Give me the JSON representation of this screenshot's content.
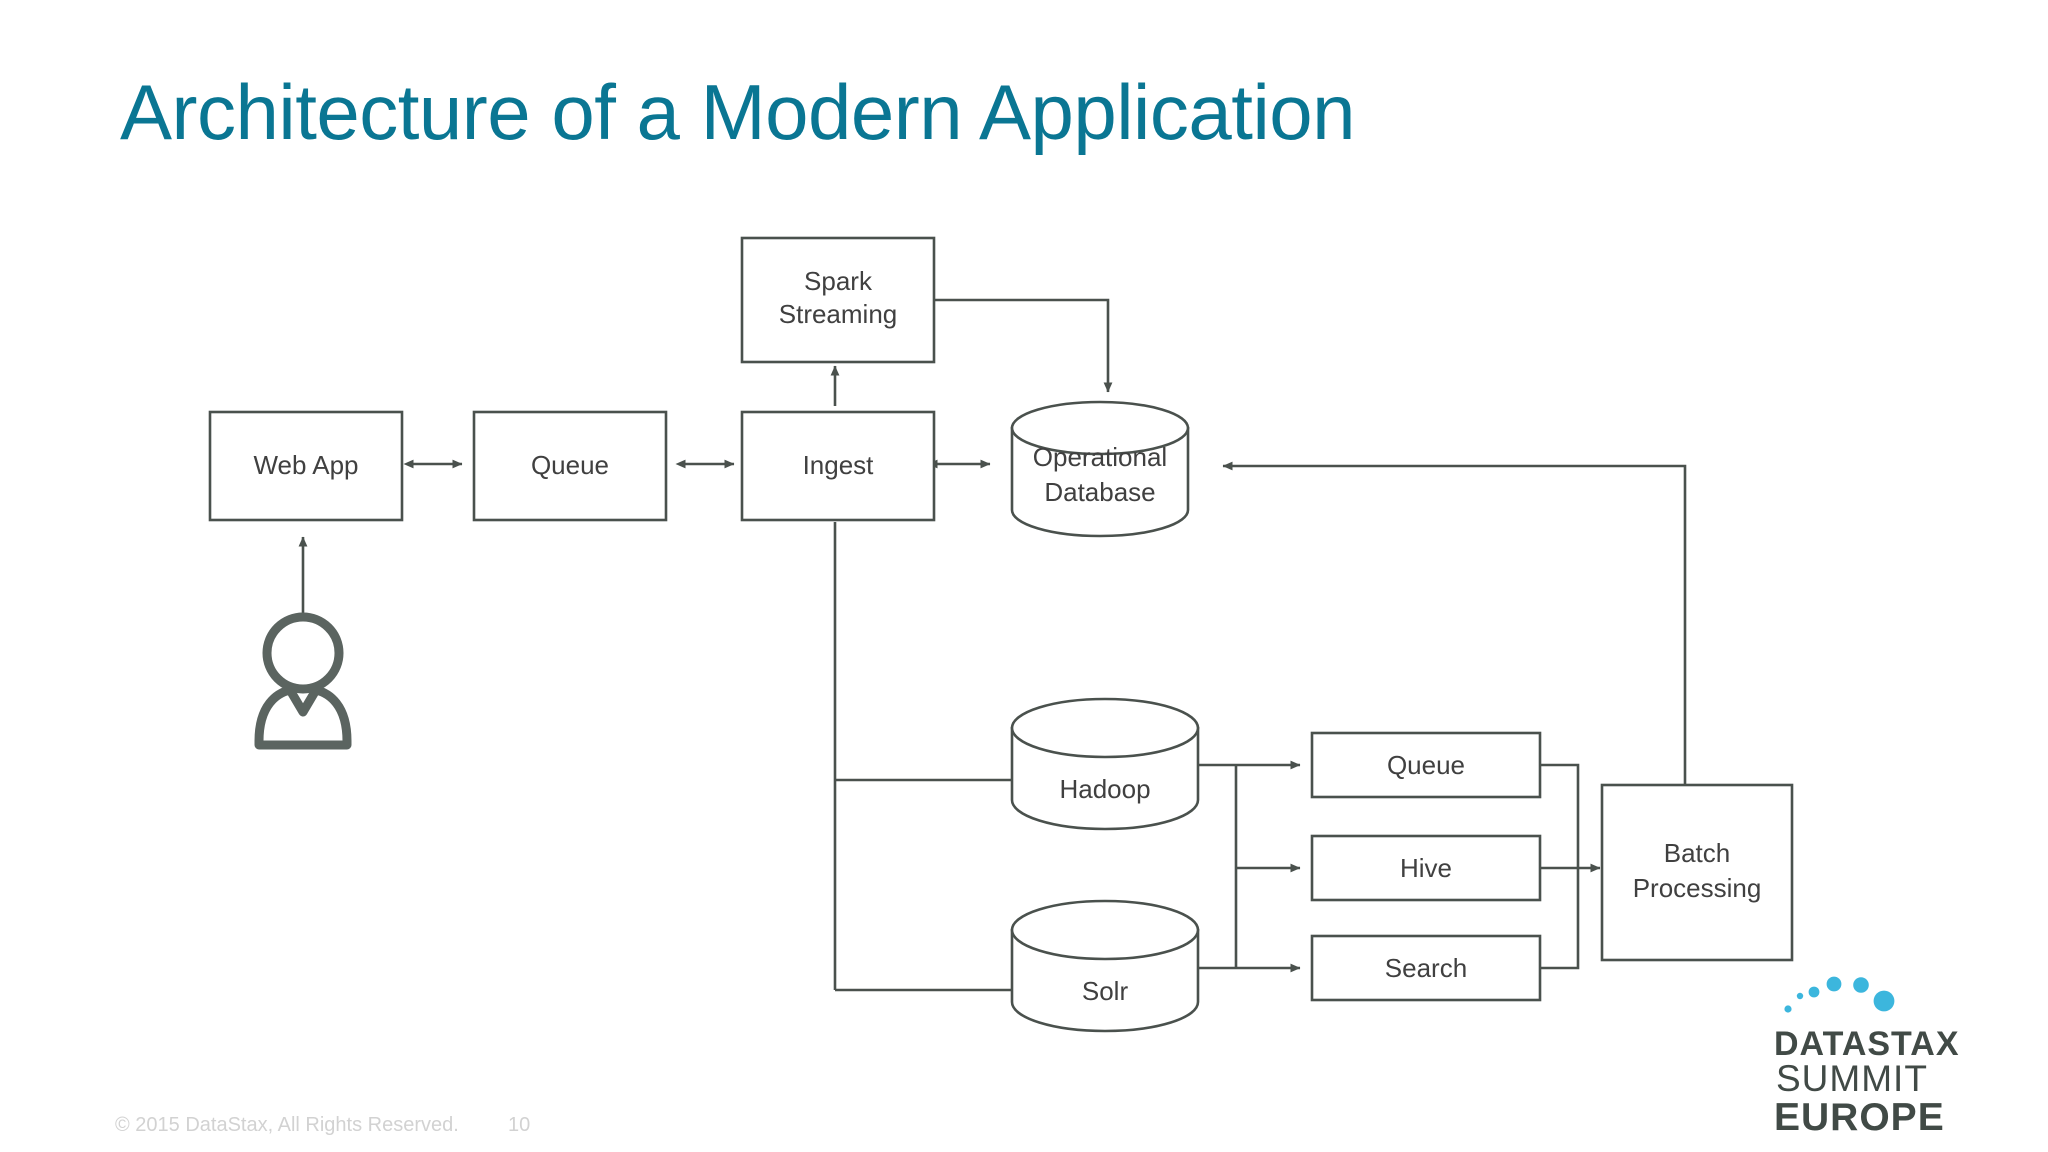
{
  "slide": {
    "title": "Architecture of a Modern Application",
    "title_color": "#0a7693",
    "background_color": "#ffffff",
    "stroke_color": "#4a514d",
    "text_color": "#404040"
  },
  "diagram": {
    "nodes": [
      {
        "id": "web-app",
        "label": "Web App",
        "shape": "rect"
      },
      {
        "id": "queue-front",
        "label": "Queue",
        "shape": "rect"
      },
      {
        "id": "ingest",
        "label": "Ingest",
        "shape": "rect"
      },
      {
        "id": "spark",
        "label_line1": "Spark",
        "label_line2": "Streaming",
        "shape": "rect"
      },
      {
        "id": "opdb",
        "label_line1": "Operational",
        "label_line2": "Database",
        "shape": "cylinder"
      },
      {
        "id": "hadoop",
        "label": "Hadoop",
        "shape": "cylinder"
      },
      {
        "id": "solr",
        "label": "Solr",
        "shape": "cylinder"
      },
      {
        "id": "queue-batch",
        "label": "Queue",
        "shape": "rect"
      },
      {
        "id": "hive",
        "label": "Hive",
        "shape": "rect"
      },
      {
        "id": "search",
        "label": "Search",
        "shape": "rect"
      },
      {
        "id": "batch",
        "label_line1": "Batch",
        "label_line2": "Processing",
        "shape": "rect"
      },
      {
        "id": "user",
        "label": "",
        "shape": "person-icon"
      }
    ]
  },
  "footer": {
    "copyright": "© 2015 DataStax, All Rights Reserved.",
    "page_number": "10"
  },
  "logo": {
    "line1": "DATASTAX",
    "line2": "SUMMIT",
    "line3": "EUROPE",
    "dot_color": "#3cb6dd",
    "word_color": "#414a46"
  }
}
